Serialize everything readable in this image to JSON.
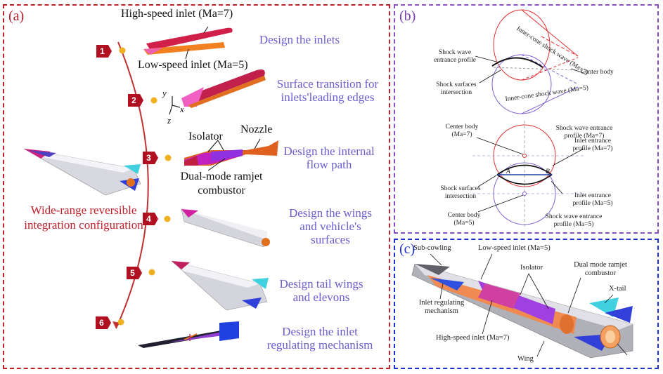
{
  "panel_a": {
    "label": "(a)",
    "high_speed_inlet": "High-speed inlet (Ma=7)",
    "low_speed_inlet": "Low-speed inlet (Ma=5)",
    "axis_y": "y",
    "axis_x": "x",
    "axis_z": "z",
    "isolator": "Isolator",
    "nozzle": "Nozzle",
    "combustor": "Dual-mode ramjet combustor",
    "configuration": "Wide-range reversible integration configuration",
    "steps": [
      {
        "num": "1",
        "title": "Design the inlets"
      },
      {
        "num": "2",
        "title": "Surface transition for inlets'leading edges"
      },
      {
        "num": "3",
        "title": "Design the internal flow path"
      },
      {
        "num": "4",
        "title": "Design the wings and vehicle's surfaces"
      },
      {
        "num": "5",
        "title": "Design tail wings and elevons"
      },
      {
        "num": "6",
        "title": "Design the inlet regulating mechanism"
      }
    ],
    "colors": {
      "frame": "#c0202a",
      "step_text": "#6a5ed0",
      "badge": "#b01020",
      "arc": "#c03030",
      "dot": "#f0b020"
    }
  },
  "panel_b": {
    "label": "(b)",
    "inner_cone_ma7": "Inner-cone shock wave (Ma=7)",
    "shock_entrance_profile": "Shock wave entrance profile",
    "center_body": "Center body",
    "shock_surfaces_intersection": "Shock surfaces intersection",
    "inner_cone_ma5": "Inner-cone shock wave (Ma=5)",
    "center_body_ma7": "Center body (Ma=7)",
    "shock_entrance_profile_ma7": "Shock wave entrance profile (Ma=7)",
    "inlet_entrance_profile_ma7": "Inlet entrance profile (Ma=7)",
    "point_a": "A",
    "point_b": "B",
    "shock_surfaces_intersection_2": "Shock surfaces intersection",
    "inlet_entrance_profile_ma5": "Inlet entrance profile (Ma=5)",
    "center_body_ma5": "Center body (Ma=5)",
    "shock_entrance_profile_ma5": "Shock wave entrance profile (Ma=5)",
    "colors": {
      "frame": "#8a4fc0",
      "ma7": "#e03030",
      "ma5": "#8060d0"
    }
  },
  "panel_c": {
    "label": "(c)",
    "sub_cowling": "Sub-cowling",
    "low_speed_inlet": "Low-speed inlet (Ma=5)",
    "isolator": "Isolator",
    "combustor": "Dual mode ramjet combustor",
    "x_tail": "X-tail",
    "inlet_regulating": "Inlet regulating mechanism",
    "high_speed_inlet": "High-speed inlet (Ma=7)",
    "wing": "Wing",
    "colors": {
      "frame": "#2030d0"
    }
  }
}
